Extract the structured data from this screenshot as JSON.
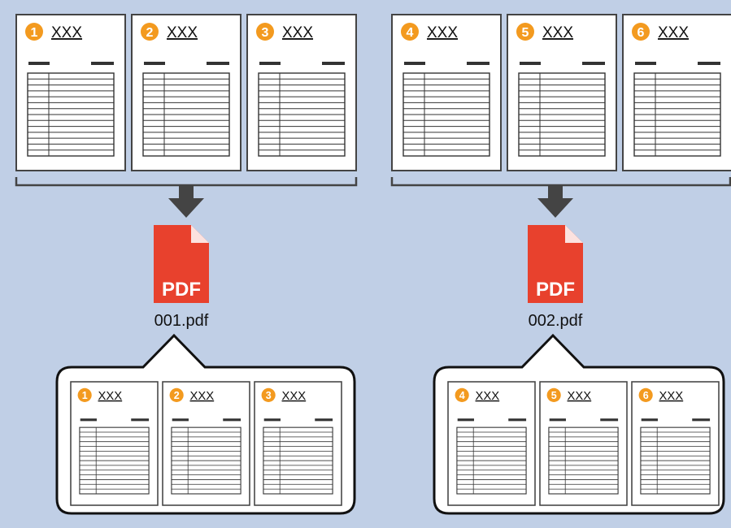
{
  "colors": {
    "background": "#c0cfe6",
    "badge": "#f39a1f",
    "pdf_red": "#e8412d",
    "arrow": "#444444",
    "frame": "#444444",
    "page_border": "#444444"
  },
  "top_pages": [
    {
      "number": "1",
      "title": "XXX"
    },
    {
      "number": "2",
      "title": "XXX"
    },
    {
      "number": "3",
      "title": "XXX"
    },
    {
      "number": "4",
      "title": "XXX"
    },
    {
      "number": "5",
      "title": "XXX"
    },
    {
      "number": "6",
      "title": "XXX"
    }
  ],
  "pdf_files": [
    {
      "label": "PDF",
      "filename": "001.pdf",
      "pages": [
        {
          "number": "1",
          "title": "XXX"
        },
        {
          "number": "2",
          "title": "XXX"
        },
        {
          "number": "3",
          "title": "XXX"
        }
      ]
    },
    {
      "label": "PDF",
      "filename": "002.pdf",
      "pages": [
        {
          "number": "4",
          "title": "XXX"
        },
        {
          "number": "5",
          "title": "XXX"
        },
        {
          "number": "6",
          "title": "XXX"
        }
      ]
    }
  ]
}
